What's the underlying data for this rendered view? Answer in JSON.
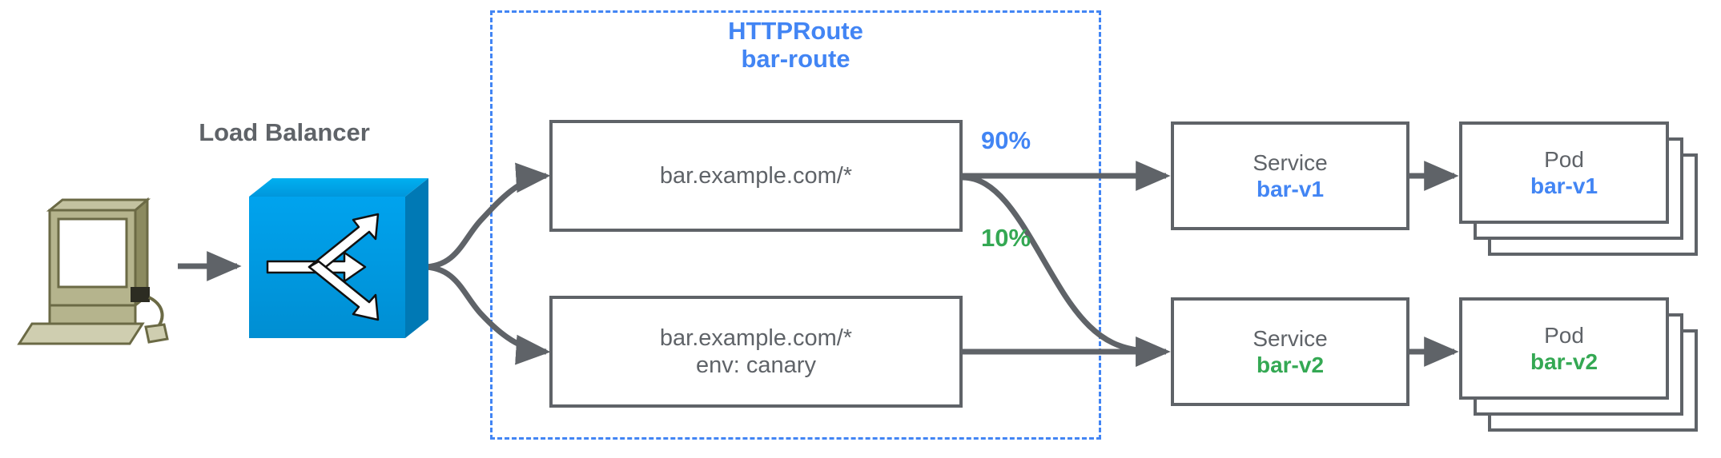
{
  "diagram": {
    "title": "HTTPRoute bar-route canary traffic split",
    "colors": {
      "blue": "#4285f4",
      "green": "#34a853",
      "gray": "#5f6368",
      "lb_blue": "#0a9bec",
      "computer_beige": "#b5b387"
    }
  },
  "group": {
    "kind_label": "HTTPRoute",
    "name_label": "bar-route"
  },
  "load_balancer": {
    "label": "Load Balancer",
    "icon": "load-balancer-icon"
  },
  "client": {
    "icon": "desktop-computer-icon"
  },
  "routes": [
    {
      "id": "route-1",
      "lines": [
        "bar.example.com/*"
      ]
    },
    {
      "id": "route-2",
      "lines": [
        "bar.example.com/*",
        "env: canary"
      ]
    }
  ],
  "weights": [
    {
      "id": "weight-90",
      "value": "90%",
      "color": "#4285f4"
    },
    {
      "id": "weight-10",
      "value": "10%",
      "color": "#34a853"
    }
  ],
  "services": [
    {
      "id": "service-v1",
      "kind": "Service",
      "name": "bar-v1",
      "color": "#4285f4"
    },
    {
      "id": "service-v2",
      "kind": "Service",
      "name": "bar-v2",
      "color": "#34a853"
    }
  ],
  "pods": [
    {
      "id": "pod-v1",
      "kind": "Pod",
      "name": "bar-v1",
      "color": "#4285f4",
      "replicas": 3
    },
    {
      "id": "pod-v2",
      "kind": "Pod",
      "name": "bar-v2",
      "color": "#34a853",
      "replicas": 3
    }
  ]
}
